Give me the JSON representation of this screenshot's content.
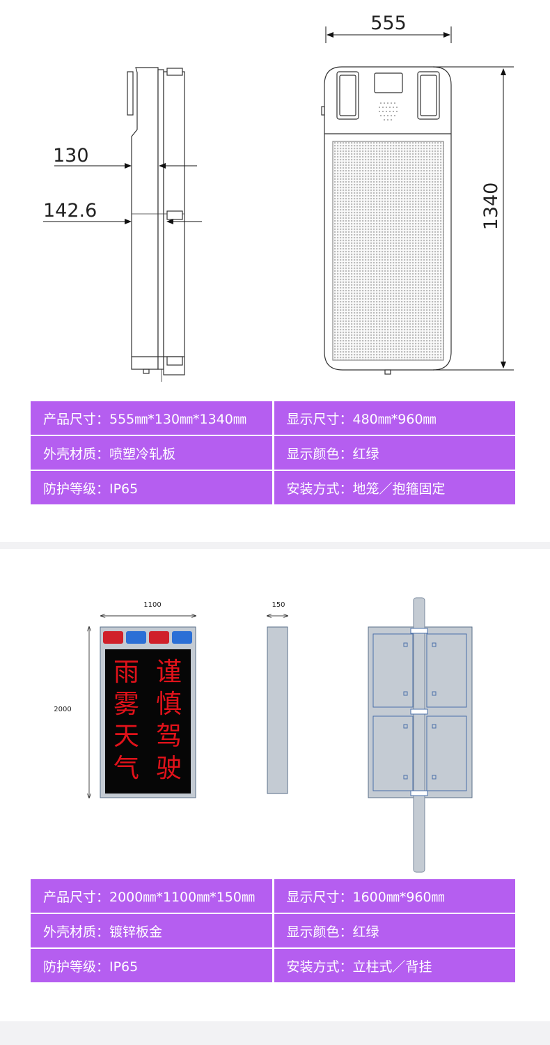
{
  "section1": {
    "dimensions": {
      "width": "555",
      "depth_top": "130",
      "depth_mid": "142.6",
      "height": "1340"
    },
    "specs": [
      {
        "left": "产品尺寸：555㎜*130㎜*1340㎜",
        "right": "显示尺寸：480㎜*960㎜"
      },
      {
        "left": "外壳材质：喷塑冷轧板",
        "right": "显示颜色：红绿"
      },
      {
        "left": "防护等级：IP65",
        "right": "安装方式：地笼／抱箍固定"
      }
    ]
  },
  "section2": {
    "dimensions": {
      "width": "1100",
      "depth": "150",
      "height": "2000"
    },
    "sign_text_col1": [
      "雨",
      "雾",
      "天",
      "气"
    ],
    "sign_text_col2": [
      "谨",
      "慎",
      "驾",
      "驶"
    ],
    "indicator_colors": [
      "#d0202a",
      "#2b6fd6",
      "#d0202a",
      "#2b6fd6"
    ],
    "specs": [
      {
        "left": "产品尺寸：2000㎜*1100㎜*150㎜",
        "right": "显示尺寸：1600㎜*960㎜"
      },
      {
        "left": "外壳材质：镀锌板金",
        "right": "显示颜色：红绿"
      },
      {
        "left": "防护等级：IP65",
        "right": "安装方式：立柱式／背挂"
      }
    ]
  },
  "colors": {
    "spec_bg": "#b55ef0",
    "page_bg": "#f2f2f4",
    "led_red": "#e0121a"
  }
}
